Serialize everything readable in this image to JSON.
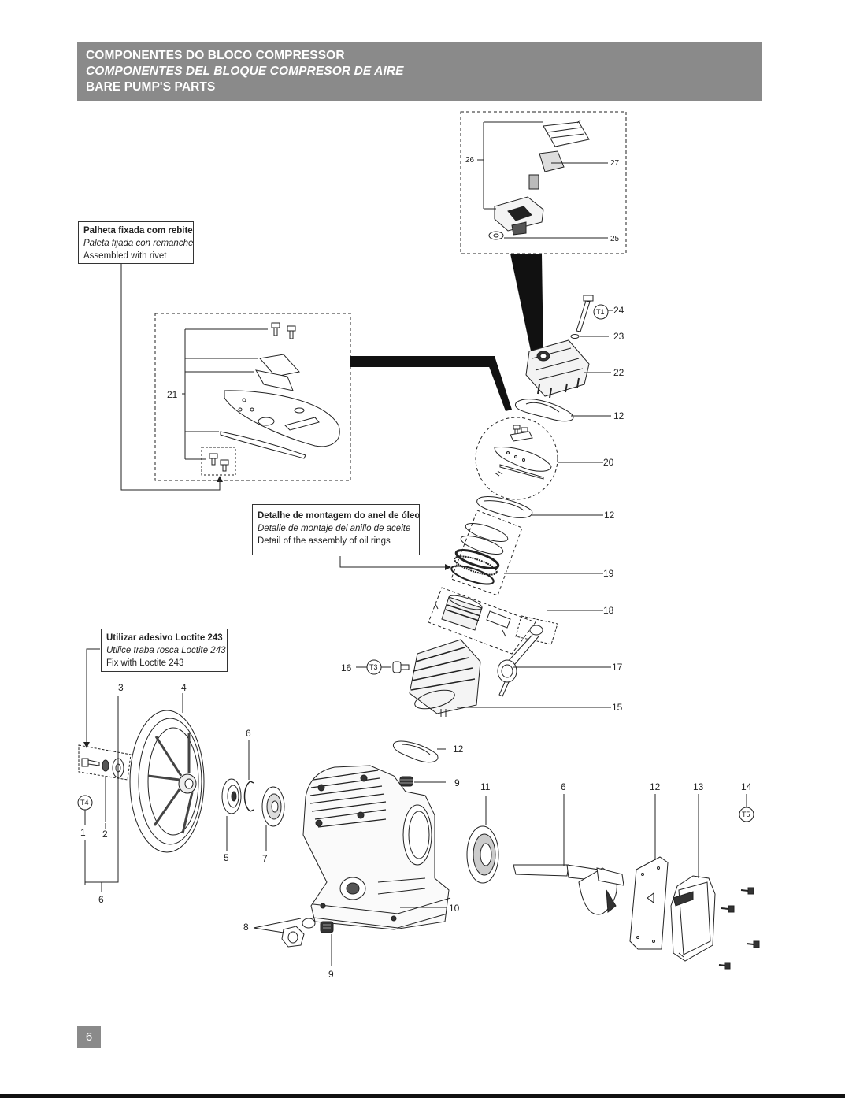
{
  "header": {
    "line_pt": "COMPONENTES DO BLOCO COMPRESSOR",
    "line_es": "COMPONENTES DEL BLOQUE COMPRESOR DE AIRE",
    "line_en": "BARE PUMP'S PARTS"
  },
  "notes": {
    "rivet": {
      "pt": "Palheta fixada com rebite",
      "es": "Paleta fijada con remanche",
      "en": "Assembled with rivet"
    },
    "oil_rings": {
      "pt": "Detalhe de montagem do anel de óleo",
      "es": "Detalle de montaje del anillo de aceite",
      "en": "Detail of the assembly of oil rings"
    },
    "loctite": {
      "pt": "Utilizar adesivo Loctite 243",
      "es": "Utilice traba rosca Loctite 243",
      "en": "Fix with Loctite 243"
    }
  },
  "torque_tags": {
    "t1": "T1",
    "t3": "T3",
    "t4": "T4",
    "t5": "T5"
  },
  "part_numbers": {
    "p1": "1",
    "p2": "2",
    "p3": "3",
    "p4": "4",
    "p5": "5",
    "p6a": "6",
    "p6b": "6",
    "p6c": "6",
    "p7": "7",
    "p8": "8",
    "p9a": "9",
    "p9b": "9",
    "p10": "10",
    "p11": "11",
    "p12a": "12",
    "p12b": "12",
    "p12c": "12",
    "p12d": "12",
    "p13": "13",
    "p14": "14",
    "p15": "15",
    "p16": "16",
    "p17": "17",
    "p18": "18",
    "p19": "19",
    "p20": "20",
    "p21": "21",
    "p22": "22",
    "p23": "23",
    "p24": "24",
    "p25": "25",
    "p26": "26",
    "p27": "27"
  },
  "page_number": "6"
}
